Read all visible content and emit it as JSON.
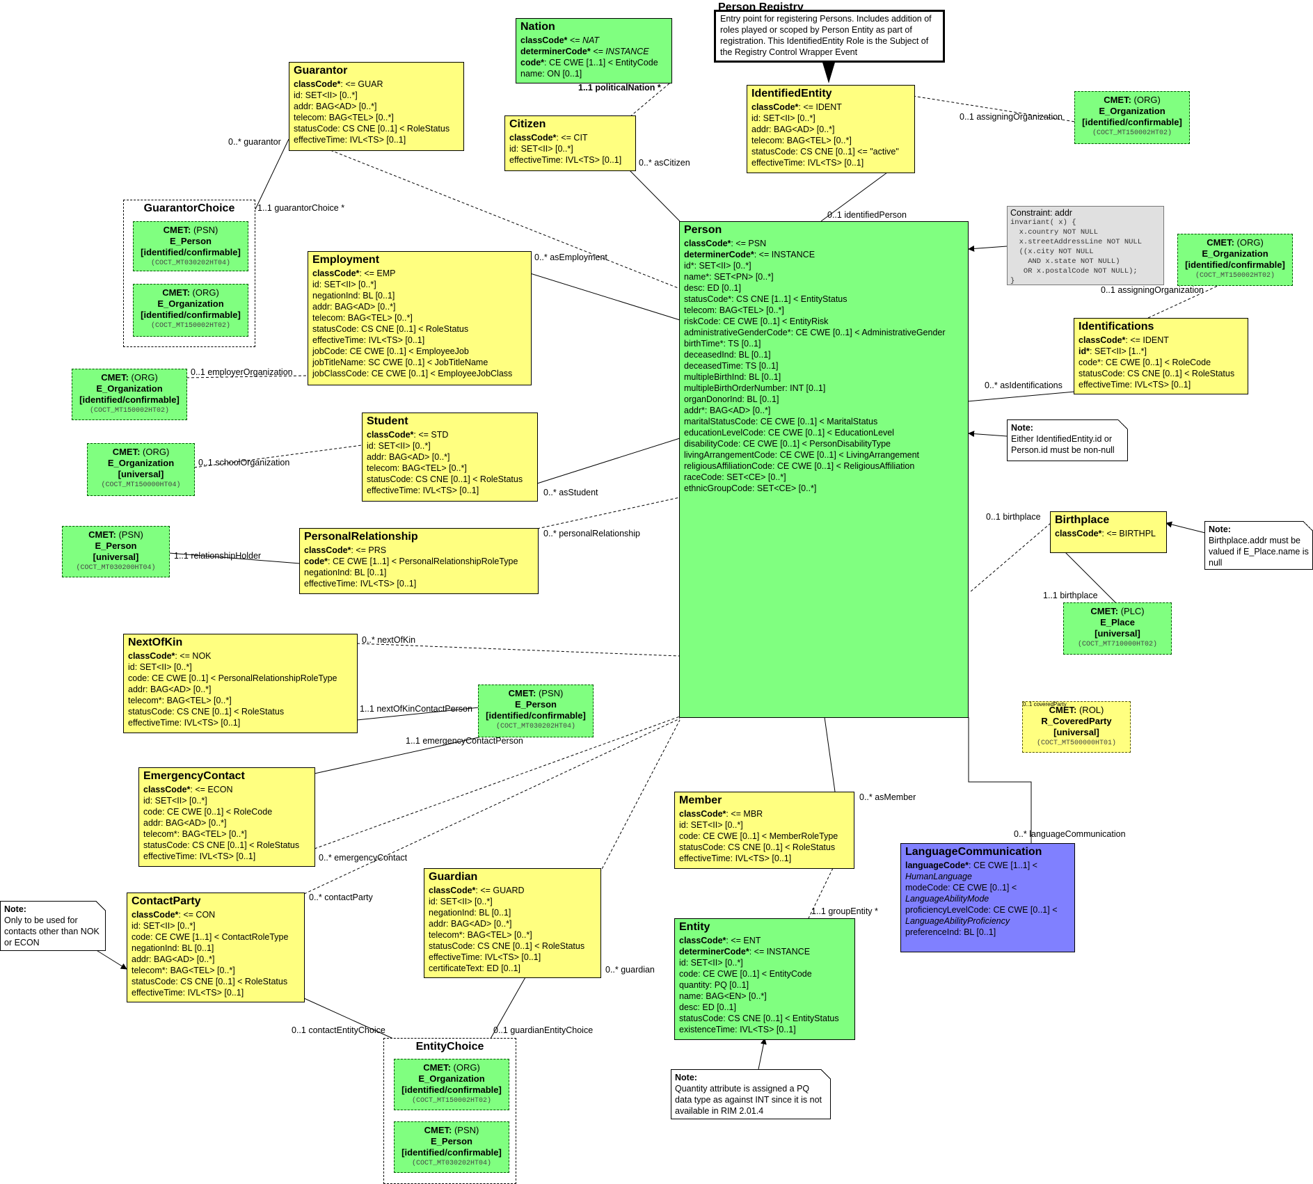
{
  "classes": {
    "nation": {
      "title": "Nation",
      "attrs": [
        {
          "n": "classCode*",
          "d": " <= NAT",
          "b": true,
          "i": true
        },
        {
          "n": "determinerCode*",
          "d": " <= INSTANCE",
          "b": true,
          "i": true
        },
        {
          "n": "code*",
          "d": ": CE CWE [1..1] < EntityCode",
          "b": true
        },
        {
          "n": "name",
          "d": ": ON [0..1]"
        }
      ]
    },
    "guarantor": {
      "title": "Guarantor",
      "attrs": [
        {
          "n": "classCode*",
          "d": ": <= GUAR",
          "b": true
        },
        {
          "n": "id",
          "d": ": SET<II> [0..*]"
        },
        {
          "n": "addr",
          "d": ": BAG<AD> [0..*]"
        },
        {
          "n": "telecom",
          "d": ": BAG<TEL> [0..*]"
        },
        {
          "n": "statusCode",
          "d": ": CS CNE [0..1] < RoleStatus"
        },
        {
          "n": "effectiveTime",
          "d": ": IVL<TS> [0..1]"
        }
      ]
    },
    "citizen": {
      "title": "Citizen",
      "attrs": [
        {
          "n": "classCode*",
          "d": ": <= CIT",
          "b": true
        },
        {
          "n": "id",
          "d": ": SET<II> [0..*]"
        },
        {
          "n": "effectiveTime",
          "d": ": IVL<TS> [0..1]"
        }
      ]
    },
    "identifiedEntity": {
      "title": "IdentifiedEntity",
      "attrs": [
        {
          "n": "classCode*",
          "d": ": <= IDENT",
          "b": true
        },
        {
          "n": "id",
          "d": ": SET<II> [0..*]"
        },
        {
          "n": "addr",
          "d": ": BAG<AD> [0..*]"
        },
        {
          "n": "telecom",
          "d": ": BAG<TEL> [0..*]"
        },
        {
          "n": "statusCode",
          "d": ": CS CNE [0..1] <= \"active\""
        },
        {
          "n": "effectiveTime",
          "d": ": IVL<TS> [0..1]"
        }
      ]
    },
    "person": {
      "title": "Person",
      "attrs": [
        {
          "n": "classCode*",
          "d": ": <= PSN",
          "b": true
        },
        {
          "n": "determinerCode*",
          "d": ": <= INSTANCE",
          "b": true
        },
        {
          "n": "id*",
          "d": ": SET<II> [0..*]"
        },
        {
          "n": "name*",
          "d": ": SET<PN> [0..*]"
        },
        {
          "n": "desc",
          "d": ": ED [0..1]"
        },
        {
          "n": "statusCode*",
          "d": ": CS CNE [1..1] < EntityStatus"
        },
        {
          "n": "telecom",
          "d": ": BAG<TEL> [0..*]"
        },
        {
          "n": "riskCode",
          "d": ": CE CWE [0..1] < EntityRisk"
        },
        {
          "n": "administrativeGenderCode*",
          "d": ": CE CWE [0..1] < AdministrativeGender"
        },
        {
          "n": "birthTime*",
          "d": ": TS [0..1]"
        },
        {
          "n": "deceasedInd",
          "d": ": BL [0..1]"
        },
        {
          "n": "deceasedTime",
          "d": ": TS [0..1]"
        },
        {
          "n": "multipleBirthInd",
          "d": ": BL [0..1]"
        },
        {
          "n": "multipleBirthOrderNumber",
          "d": ": INT [0..1]"
        },
        {
          "n": "organDonorInd",
          "d": ": BL [0..1]"
        },
        {
          "n": "addr*",
          "d": ": BAG<AD> [0..*]"
        },
        {
          "n": "maritalStatusCode",
          "d": ": CE CWE [0..1] < MaritalStatus"
        },
        {
          "n": "educationLevelCode",
          "d": ": CE CWE [0..1] < EducationLevel"
        },
        {
          "n": "disabilityCode",
          "d": ": CE CWE [0..1] < PersonDisabilityType"
        },
        {
          "n": "livingArrangementCode",
          "d": ": CE CWE [0..1] < LivingArrangement"
        },
        {
          "n": "religiousAffiliationCode",
          "d": ": CE CWE [0..1] < ReligiousAffiliation"
        },
        {
          "n": "raceCode",
          "d": ": SET<CE> [0..*]"
        },
        {
          "n": "ethnicGroupCode",
          "d": ": SET<CE> [0..*]"
        }
      ]
    },
    "employment": {
      "title": "Employment",
      "attrs": [
        {
          "n": "classCode*",
          "d": ": <= EMP",
          "b": true
        },
        {
          "n": "id",
          "d": ": SET<II> [0..*]"
        },
        {
          "n": "negationInd",
          "d": ": BL [0..1]"
        },
        {
          "n": "addr",
          "d": ": BAG<AD> [0..*]"
        },
        {
          "n": "telecom",
          "d": ": BAG<TEL> [0..*]"
        },
        {
          "n": "statusCode",
          "d": ": CS CNE [0..1] < RoleStatus"
        },
        {
          "n": "effectiveTime",
          "d": ": IVL<TS> [0..1]"
        },
        {
          "n": "jobCode",
          "d": ": CE CWE [0..1] < EmployeeJob"
        },
        {
          "n": "jobTitleName",
          "d": ": SC CWE [0..1] < JobTitleName"
        },
        {
          "n": "jobClassCode",
          "d": ": CE CWE [0..1] < EmployeeJobClass"
        }
      ]
    },
    "student": {
      "title": "Student",
      "attrs": [
        {
          "n": "classCode*",
          "d": ": <= STD",
          "b": true
        },
        {
          "n": "id",
          "d": ": SET<II> [0..*]"
        },
        {
          "n": "addr",
          "d": ": BAG<AD> [0..*]"
        },
        {
          "n": "telecom",
          "d": ": BAG<TEL> [0..*]"
        },
        {
          "n": "statusCode",
          "d": ": CS CNE [0..1] < RoleStatus"
        },
        {
          "n": "effectiveTime",
          "d": ": IVL<TS> [0..1]"
        }
      ]
    },
    "personalRelationship": {
      "title": "PersonalRelationship",
      "attrs": [
        {
          "n": "classCode*",
          "d": ": <= PRS",
          "b": true
        },
        {
          "n": "code*",
          "d": ": CE CWE [1..1] < PersonalRelationshipRoleType",
          "b": true
        },
        {
          "n": "negationInd",
          "d": ": BL [0..1]"
        },
        {
          "n": "effectiveTime",
          "d": ": IVL<TS> [0..1]"
        }
      ]
    },
    "nextOfKin": {
      "title": "NextOfKin",
      "attrs": [
        {
          "n": "classCode*",
          "d": ": <= NOK",
          "b": true
        },
        {
          "n": "id",
          "d": ": SET<II> [0..*]"
        },
        {
          "n": "code",
          "d": ": CE CWE [0..1] < PersonalRelationshipRoleType"
        },
        {
          "n": "addr",
          "d": ": BAG<AD> [0..*]"
        },
        {
          "n": "telecom*",
          "d": ": BAG<TEL> [0..*]"
        },
        {
          "n": "statusCode",
          "d": ": CS CNE [0..1] < RoleStatus"
        },
        {
          "n": "effectiveTime",
          "d": ": IVL<TS> [0..1]"
        }
      ]
    },
    "emergencyContact": {
      "title": "EmergencyContact",
      "attrs": [
        {
          "n": "classCode*",
          "d": ": <= ECON",
          "b": true
        },
        {
          "n": "id",
          "d": ": SET<II> [0..*]"
        },
        {
          "n": "code",
          "d": ": CE CWE [0..1] < RoleCode"
        },
        {
          "n": "addr",
          "d": ": BAG<AD> [0..*]"
        },
        {
          "n": "telecom*",
          "d": ": BAG<TEL> [0..*]"
        },
        {
          "n": "statusCode",
          "d": ": CS CNE [0..1] < RoleStatus"
        },
        {
          "n": "effectiveTime",
          "d": ": IVL<TS> [0..1]"
        }
      ]
    },
    "contactParty": {
      "title": "ContactParty",
      "attrs": [
        {
          "n": "classCode*",
          "d": ": <= CON",
          "b": true
        },
        {
          "n": "id",
          "d": ": SET<II> [0..*]"
        },
        {
          "n": "code",
          "d": ": CE CWE [1..1] < ContactRoleType"
        },
        {
          "n": "negationInd",
          "d": ": BL [0..1]"
        },
        {
          "n": "addr",
          "d": ": BAG<AD> [0..*]"
        },
        {
          "n": "telecom*",
          "d": ": BAG<TEL> [0..*]"
        },
        {
          "n": "statusCode",
          "d": ": CS CNE [0..1] < RoleStatus"
        },
        {
          "n": "effectiveTime",
          "d": ": IVL<TS> [0..1]"
        }
      ]
    },
    "guardian": {
      "title": "Guardian",
      "attrs": [
        {
          "n": "classCode*",
          "d": ": <= GUARD",
          "b": true
        },
        {
          "n": "id",
          "d": ": SET<II> [0..*]"
        },
        {
          "n": "negationInd",
          "d": ": BL [0..1]"
        },
        {
          "n": "addr",
          "d": ": BAG<AD> [0..*]"
        },
        {
          "n": "telecom*",
          "d": ": BAG<TEL> [0..*]"
        },
        {
          "n": "statusCode",
          "d": ": CS CNE [0..1] < RoleStatus"
        },
        {
          "n": "effectiveTime",
          "d": ": IVL<TS> [0..1]"
        },
        {
          "n": "certificateText",
          "d": ": ED [0..1]"
        }
      ]
    },
    "member": {
      "title": "Member",
      "attrs": [
        {
          "n": "classCode*",
          "d": ": <= MBR",
          "b": true
        },
        {
          "n": "id",
          "d": ": SET<II> [0..*]"
        },
        {
          "n": "code",
          "d": ": CE CWE [0..1] < MemberRoleType"
        },
        {
          "n": "statusCode",
          "d": ": CS CNE [0..1] < RoleStatus"
        },
        {
          "n": "effectiveTime",
          "d": ": IVL<TS> [0..1]"
        }
      ]
    },
    "entity": {
      "title": "Entity",
      "attrs": [
        {
          "n": "classCode*",
          "d": ": <= ENT",
          "b": true
        },
        {
          "n": "determinerCode*",
          "d": ": <= INSTANCE",
          "b": true
        },
        {
          "n": "id",
          "d": ": SET<II> [0..*]"
        },
        {
          "n": "code",
          "d": ": CE CWE [0..1] < EntityCode"
        },
        {
          "n": "quantity",
          "d": ": PQ [0..1]"
        },
        {
          "n": "name",
          "d": ": BAG<EN> [0..*]"
        },
        {
          "n": "desc",
          "d": ": ED [0..1]"
        },
        {
          "n": "statusCode",
          "d": ": CS CNE [0..1] < EntityStatus"
        },
        {
          "n": "existenceTime",
          "d": ": IVL<TS> [0..1]"
        }
      ]
    },
    "identifications": {
      "title": "Identifications",
      "attrs": [
        {
          "n": "classCode*",
          "d": ": <= IDENT",
          "b": true
        },
        {
          "n": "id*",
          "d": ": SET<II> [1..*]",
          "b": true
        },
        {
          "n": "code*",
          "d": ": CE CWE [0..1] < RoleCode"
        },
        {
          "n": "statusCode",
          "d": ": CS CNE [0..1] < RoleStatus"
        },
        {
          "n": "effectiveTime",
          "d": ": IVL<TS> [0..1]"
        }
      ]
    },
    "birthplace": {
      "title": "Birthplace",
      "attrs": [
        {
          "n": "classCode*",
          "d": ": <= BIRTHPL",
          "b": true
        }
      ]
    },
    "languageCommunication": {
      "title": "LanguageCommunication",
      "attrs": [
        {
          "n": "languageCode*",
          "d": ": CE CWE [1..1] <",
          "b": true
        },
        {
          "n": "",
          "d": "HumanLanguage"
        },
        {
          "n": "modeCode",
          "d": ": CE CWE [0..1] <"
        },
        {
          "n": "",
          "d": "LanguageAbilityMode"
        },
        {
          "n": "proficiencyLevelCode",
          "d": ": CE CWE [0..1] <"
        },
        {
          "n": "",
          "d": "LanguageAbilityProficiency"
        },
        {
          "n": "preferenceInd",
          "d": ": BL [0..1]"
        }
      ]
    }
  },
  "choices": {
    "guarantorChoice": {
      "title": "GuarantorChoice"
    },
    "entityChoice": {
      "title": "EntityChoice"
    }
  },
  "cmets": {
    "gcPerson": {
      "cls": "CMET:",
      "type": " (PSN)",
      "name": "E_Person",
      "flavor": "[identified/confirmable]",
      "code": "(COCT_MT030202HT04)"
    },
    "gcOrg": {
      "cls": "CMET:",
      "type": " (ORG)",
      "name": "E_Organization",
      "flavor": "[identified/confirmable]",
      "code": "(COCT_MT150002HT02)"
    },
    "employerOrg": {
      "cls": "CMET:",
      "type": " (ORG)",
      "name": "E_Organization",
      "flavor": "[identified/confirmable]",
      "code": "(COCT_MT150002HT02)"
    },
    "schoolOrg": {
      "cls": "CMET:",
      "type": " (ORG)",
      "name": "E_Organization",
      "flavor": "[universal]",
      "code": "(COCT_MT150000HT04)"
    },
    "relHolder": {
      "cls": "CMET:",
      "type": " (PSN)",
      "name": "E_Person",
      "flavor": "[universal]",
      "code": "(COCT_MT030200HT04)"
    },
    "nokContact": {
      "cls": "CMET:",
      "type": " (PSN)",
      "name": "E_Person",
      "flavor": "[identified/confirmable]",
      "code": "(COCT_MT030202HT04)"
    },
    "ecOrg": {
      "cls": "CMET:",
      "type": " (ORG)",
      "name": "E_Organization",
      "flavor": "[identified/confirmable]",
      "code": "(COCT_MT150002HT02)"
    },
    "ecPerson": {
      "cls": "CMET:",
      "type": " (PSN)",
      "name": "E_Person",
      "flavor": "[identified/confirmable]",
      "code": "(COCT_MT030202HT04)"
    },
    "idAssignOrg": {
      "cls": "CMET:",
      "type": " (ORG)",
      "name": "E_Organization",
      "flavor": "[identified/confirmable]",
      "code": "(COCT_MT150002HT02)"
    },
    "identAssignOrg": {
      "cls": "CMET:",
      "type": " (ORG)",
      "name": "E_Organization",
      "flavor": "[identified/confirmable]",
      "code": "(COCT_MT150002HT02)"
    },
    "place": {
      "cls": "CMET:",
      "type": " (PLC)",
      "name": "E_Place",
      "flavor": "[universal]",
      "code": "(COCT_MT710000HT02)"
    },
    "coveredParty": {
      "cls": "CMET:",
      "type": " (ROL)",
      "name": "R_CoveredParty",
      "flavor": "[universal]",
      "code": "(COCT_MT500000HT01)"
    }
  },
  "notes": {
    "identNote": {
      "head": "Note:",
      "body": "Either IdentifiedEntity.id or Person.id must be non-null"
    },
    "birthNote": {
      "head": "Note:",
      "body": "Birthplace.addr must be valued if E_Place.name is null"
    },
    "contactNote": {
      "head": "Note:",
      "body": "Only to be used for contacts other than NOK or ECON"
    },
    "quantityNote": {
      "head": "Note:",
      "body": "Quantity attribute is assigned a PQ data type as against INT since it is not available in RIM 2.01.4"
    }
  },
  "constraint": {
    "title": "Constraint: addr",
    "code": "invariant( x) {\n  x.country NOT NULL\n  x.streetAddressLine NOT NULL\n  ((x.city NOT NULL\n    AND x.state NOT NULL)\n   OR x.postalCode NOT NULL);\n}"
  },
  "registry": {
    "title": "Person Registry",
    "body": "Entry point for registering Persons. Includes addition of roles played or scoped by Person Entity as part of registration. This IdentifiedEntity Role is the Subject of the Registry Control Wrapper Event"
  },
  "labels": {
    "politicalNation": "1..1 politicalNation *",
    "asCitizen": "0..* asCitizen",
    "guarantor": "0..* guarantor",
    "guarantorChoice": "1..1 guarantorChoice  *",
    "asEmployment": "0..* asEmployment",
    "employerOrganization": "0..1 employerOrganization",
    "schoolOrganization": "0..1 schoolOrganization",
    "asStudent": "0..* asStudent",
    "personalRelationship": "0..* personalRelationship",
    "relationshipHolder": "1..1 relationshipHolder",
    "nextOfKin": "0..* nextOfKin",
    "nextOfKinContactPerson": "1..1 nextOfKinContactPerson",
    "emergencyContactPerson": "1..1 emergencyContactPerson",
    "emergencyContact": "0..* emergencyContact",
    "contactParty": "0..* contactParty",
    "guardian": "0..* guardian",
    "contactEntityChoice": "0..1 contactEntityChoice",
    "guardianEntityChoice": "0..1 guardianEntityChoice",
    "asMember": "0..* asMember",
    "groupEntity": "1..1 groupEntity  *",
    "identifiedPerson": "0..1 identifiedPerson",
    "assigningOrgIdent": "0..1 assigningOrganization",
    "assigningOrgIds": "0..1 assigningOrganization",
    "asIdentifications": "0..* asIdentifications",
    "birthplaceRole": "0..1 birthplace",
    "birthplaceEntity": "1..1 birthplace",
    "coveredParty": "0..1 coveredParty",
    "languageCommunication": "0..* languageCommunication"
  }
}
